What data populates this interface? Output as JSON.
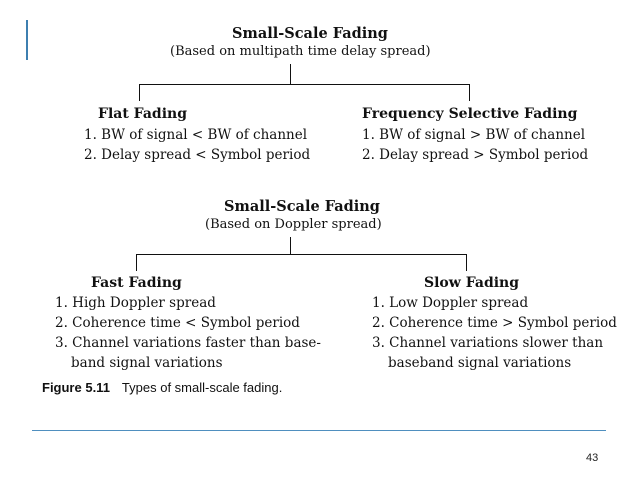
{
  "section_multipath": {
    "title": "Small-Scale Fading",
    "subtitle": "(Based on multipath time delay spread)",
    "left": {
      "title": "Flat Fading",
      "items": [
        "1. BW of signal < BW of channel",
        "2. Delay spread < Symbol period"
      ]
    },
    "right": {
      "title": "Frequency Selective Fading",
      "items": [
        "1. BW of signal > BW of channel",
        "2. Delay spread > Symbol period"
      ]
    }
  },
  "section_doppler": {
    "title": "Small-Scale Fading",
    "subtitle": "(Based on Doppler spread)",
    "left": {
      "title": "Fast Fading",
      "items": [
        "1. High Doppler spread",
        "2. Coherence time < Symbol period",
        "3. Channel variations faster than base-",
        "band signal variations"
      ]
    },
    "right": {
      "title": "Slow Fading",
      "items": [
        "1. Low Doppler spread",
        "2. Coherence time > Symbol period",
        "3. Channel variations slower than",
        "baseband signal variations"
      ]
    }
  },
  "caption": {
    "label": "Figure 5.11",
    "text": "Types of small-scale fading."
  },
  "page_number": "43",
  "colors": {
    "accent": "#3d7fb0",
    "rule": "#4f8fbf"
  }
}
